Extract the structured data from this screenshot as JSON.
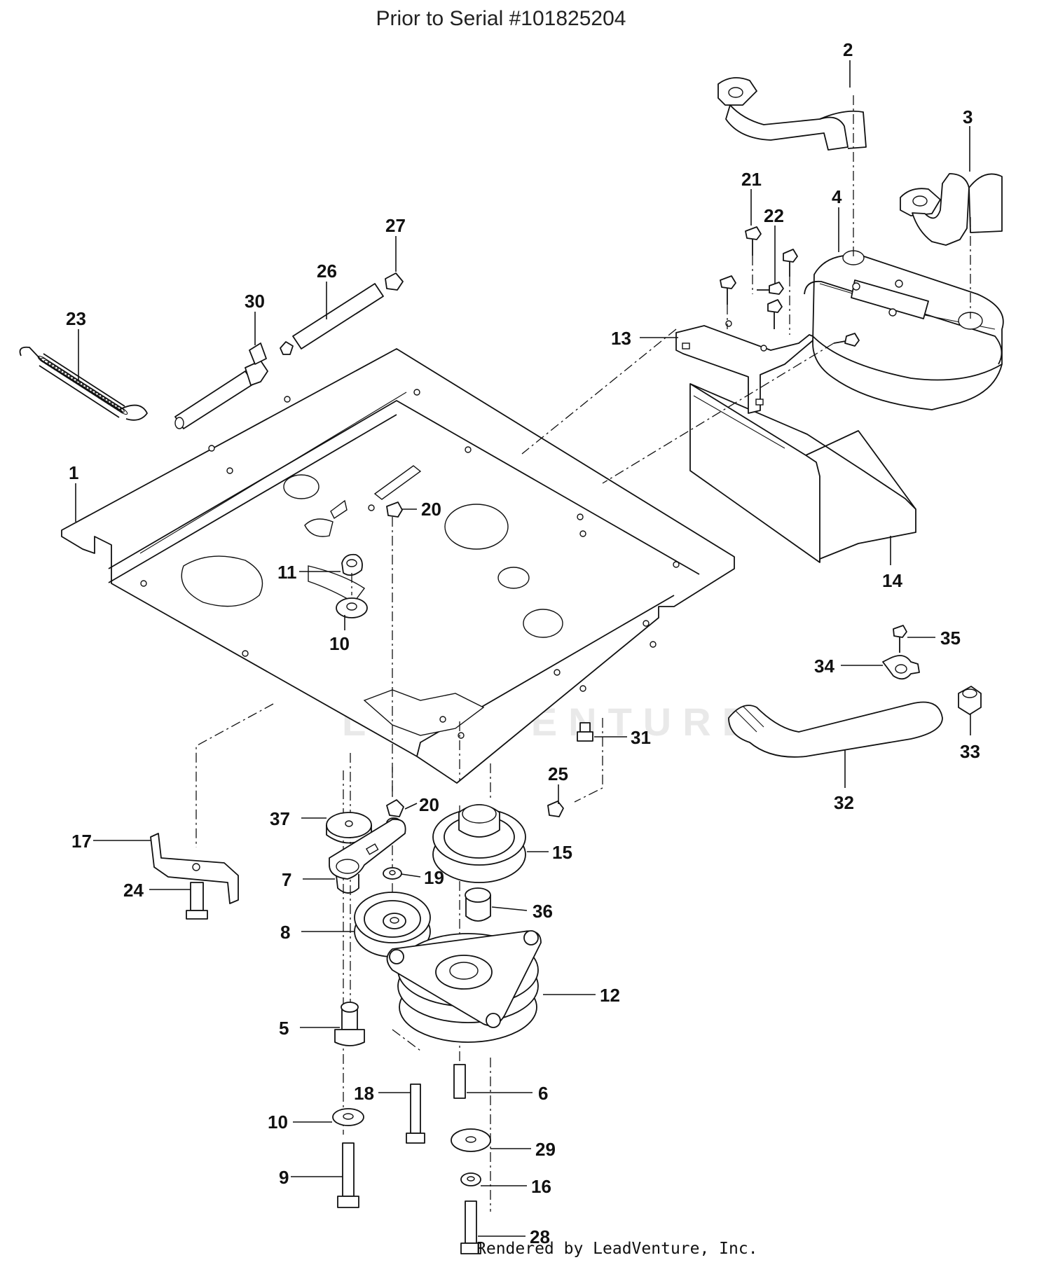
{
  "header": {
    "title": "Prior to Serial #101825204"
  },
  "footer": {
    "rendered_by": "Rendered by LeadVenture, Inc."
  },
  "watermark": {
    "text": "LEADVENTURE"
  },
  "callouts": [
    {
      "label": "1"
    },
    {
      "label": "2"
    },
    {
      "label": "3"
    },
    {
      "label": "4"
    },
    {
      "label": "5"
    },
    {
      "label": "6"
    },
    {
      "label": "7"
    },
    {
      "label": "8"
    },
    {
      "label": "9"
    },
    {
      "label": "10"
    },
    {
      "label": "10"
    },
    {
      "label": "11"
    },
    {
      "label": "12"
    },
    {
      "label": "13"
    },
    {
      "label": "14"
    },
    {
      "label": "15"
    },
    {
      "label": "16"
    },
    {
      "label": "17"
    },
    {
      "label": "18"
    },
    {
      "label": "19"
    },
    {
      "label": "20"
    },
    {
      "label": "20"
    },
    {
      "label": "21"
    },
    {
      "label": "22"
    },
    {
      "label": "23"
    },
    {
      "label": "24"
    },
    {
      "label": "25"
    },
    {
      "label": "26"
    },
    {
      "label": "27"
    },
    {
      "label": "28"
    },
    {
      "label": "29"
    },
    {
      "label": "30"
    },
    {
      "label": "31"
    },
    {
      "label": "32"
    },
    {
      "label": "33"
    },
    {
      "label": "34"
    },
    {
      "label": "35"
    },
    {
      "label": "36"
    },
    {
      "label": "37"
    }
  ]
}
